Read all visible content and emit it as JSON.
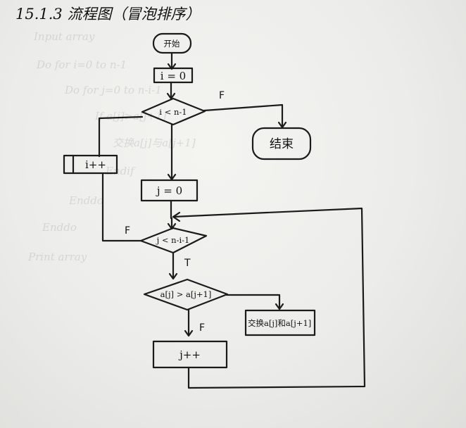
{
  "title": "15.1.3 流程图（冒泡排序）",
  "nodes": {
    "start": "开始",
    "init_i": "i = 0",
    "cond_i": "i < n-1",
    "end": "结束",
    "inc_i": "i++",
    "init_j": "j = 0",
    "cond_j": "j < n-i-1",
    "cond_swap": "a[j] > a[j+1]",
    "swap": "交换a[j]和a[j+1]",
    "inc_j": "j++"
  },
  "edges": {
    "i_false": "F",
    "j_false": "F",
    "j_true": "T",
    "swap_false": "F"
  },
  "show_through": [
    "Input array",
    "Do for i=0 to n-1",
    "Do for j=0 to n-i-1",
    "If a[j]>a[j+1]",
    "交换a[j]与a[j+1]",
    "Endif",
    "Enddo",
    "Enddo",
    "Print array"
  ]
}
